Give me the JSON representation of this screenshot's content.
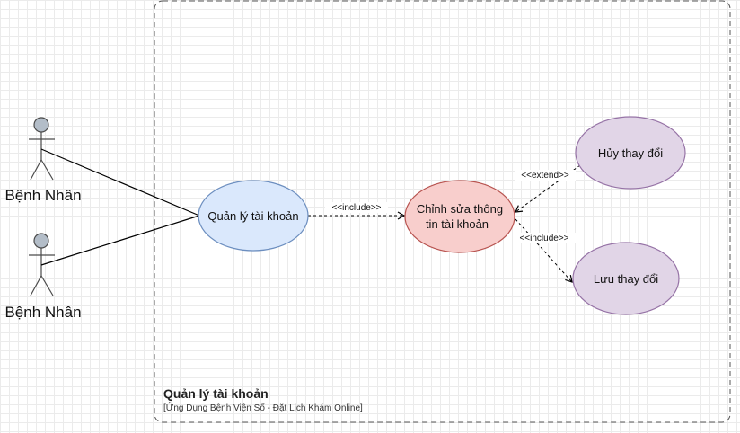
{
  "boundary": {
    "title": "Quản lý tài khoản",
    "subtitle": "[Ứng Dụng Bệnh Viện Số - Đặt Lịch Khám Online]"
  },
  "actors": [
    {
      "label": "Bệnh Nhân"
    },
    {
      "label": "Bệnh Nhân"
    }
  ],
  "use_cases": {
    "manage": {
      "label": "Quản lý tài khoản",
      "fill": "#dae8fc",
      "stroke": "#6c8ebf"
    },
    "edit": {
      "line1": "Chỉnh sửa thông",
      "line2": "tin tài khoản",
      "fill": "#f8cecc",
      "stroke": "#b85450"
    },
    "cancel": {
      "label": "Hủy thay đổi",
      "fill": "#e1d5e7",
      "stroke": "#9673a6"
    },
    "save": {
      "label": "Lưu thay đổi",
      "fill": "#e1d5e7",
      "stroke": "#9673a6"
    }
  },
  "relations": {
    "include_edit": "<<include>>",
    "extend_cancel": "<<extend>>",
    "include_save": "<<include>>"
  },
  "colors": {
    "actor_fill": "#b3bdc8",
    "actor_stroke": "#4a4a4a",
    "line": "#000000",
    "boundary_stroke": "#555555"
  }
}
